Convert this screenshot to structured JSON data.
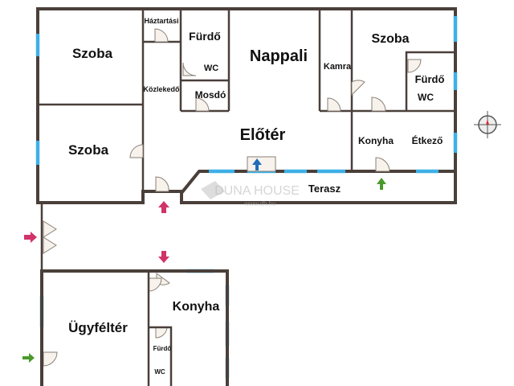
{
  "rooms": {
    "szoba_top_left": "Szoba",
    "szoba_bottom_left": "Szoba",
    "haztartasi": "Háztartási",
    "kozlekedo": "Közlekedő",
    "furdo_upper": "Fürdő",
    "wc_upper": "WC",
    "mosdo": "Mosdó",
    "nappali": "Nappali",
    "eloter": "Előtér",
    "kamra": "Kamra",
    "szoba_right": "Szoba",
    "furdo_right": "Fürdő",
    "wc_right": "WC",
    "konyha_upper": "Konyha",
    "etkezo": "Étkező",
    "terasz": "Terasz",
    "ugyfelter": "Ügyféltér",
    "konyha_lower": "Konyha",
    "furdo_lower": "Fürdő",
    "wc_lower": "WC"
  },
  "watermark": {
    "brand": "DUNA HOUSE",
    "url": "www.dh.hu"
  },
  "colors": {
    "wall": "#4a3f3a",
    "window": "#3fb0e8",
    "arrow_red": "#d0336a",
    "arrow_blue": "#1f6fb8",
    "arrow_green": "#4a9a2a"
  },
  "icons": [
    "compass-icon",
    "entrance-arrow-icon"
  ]
}
